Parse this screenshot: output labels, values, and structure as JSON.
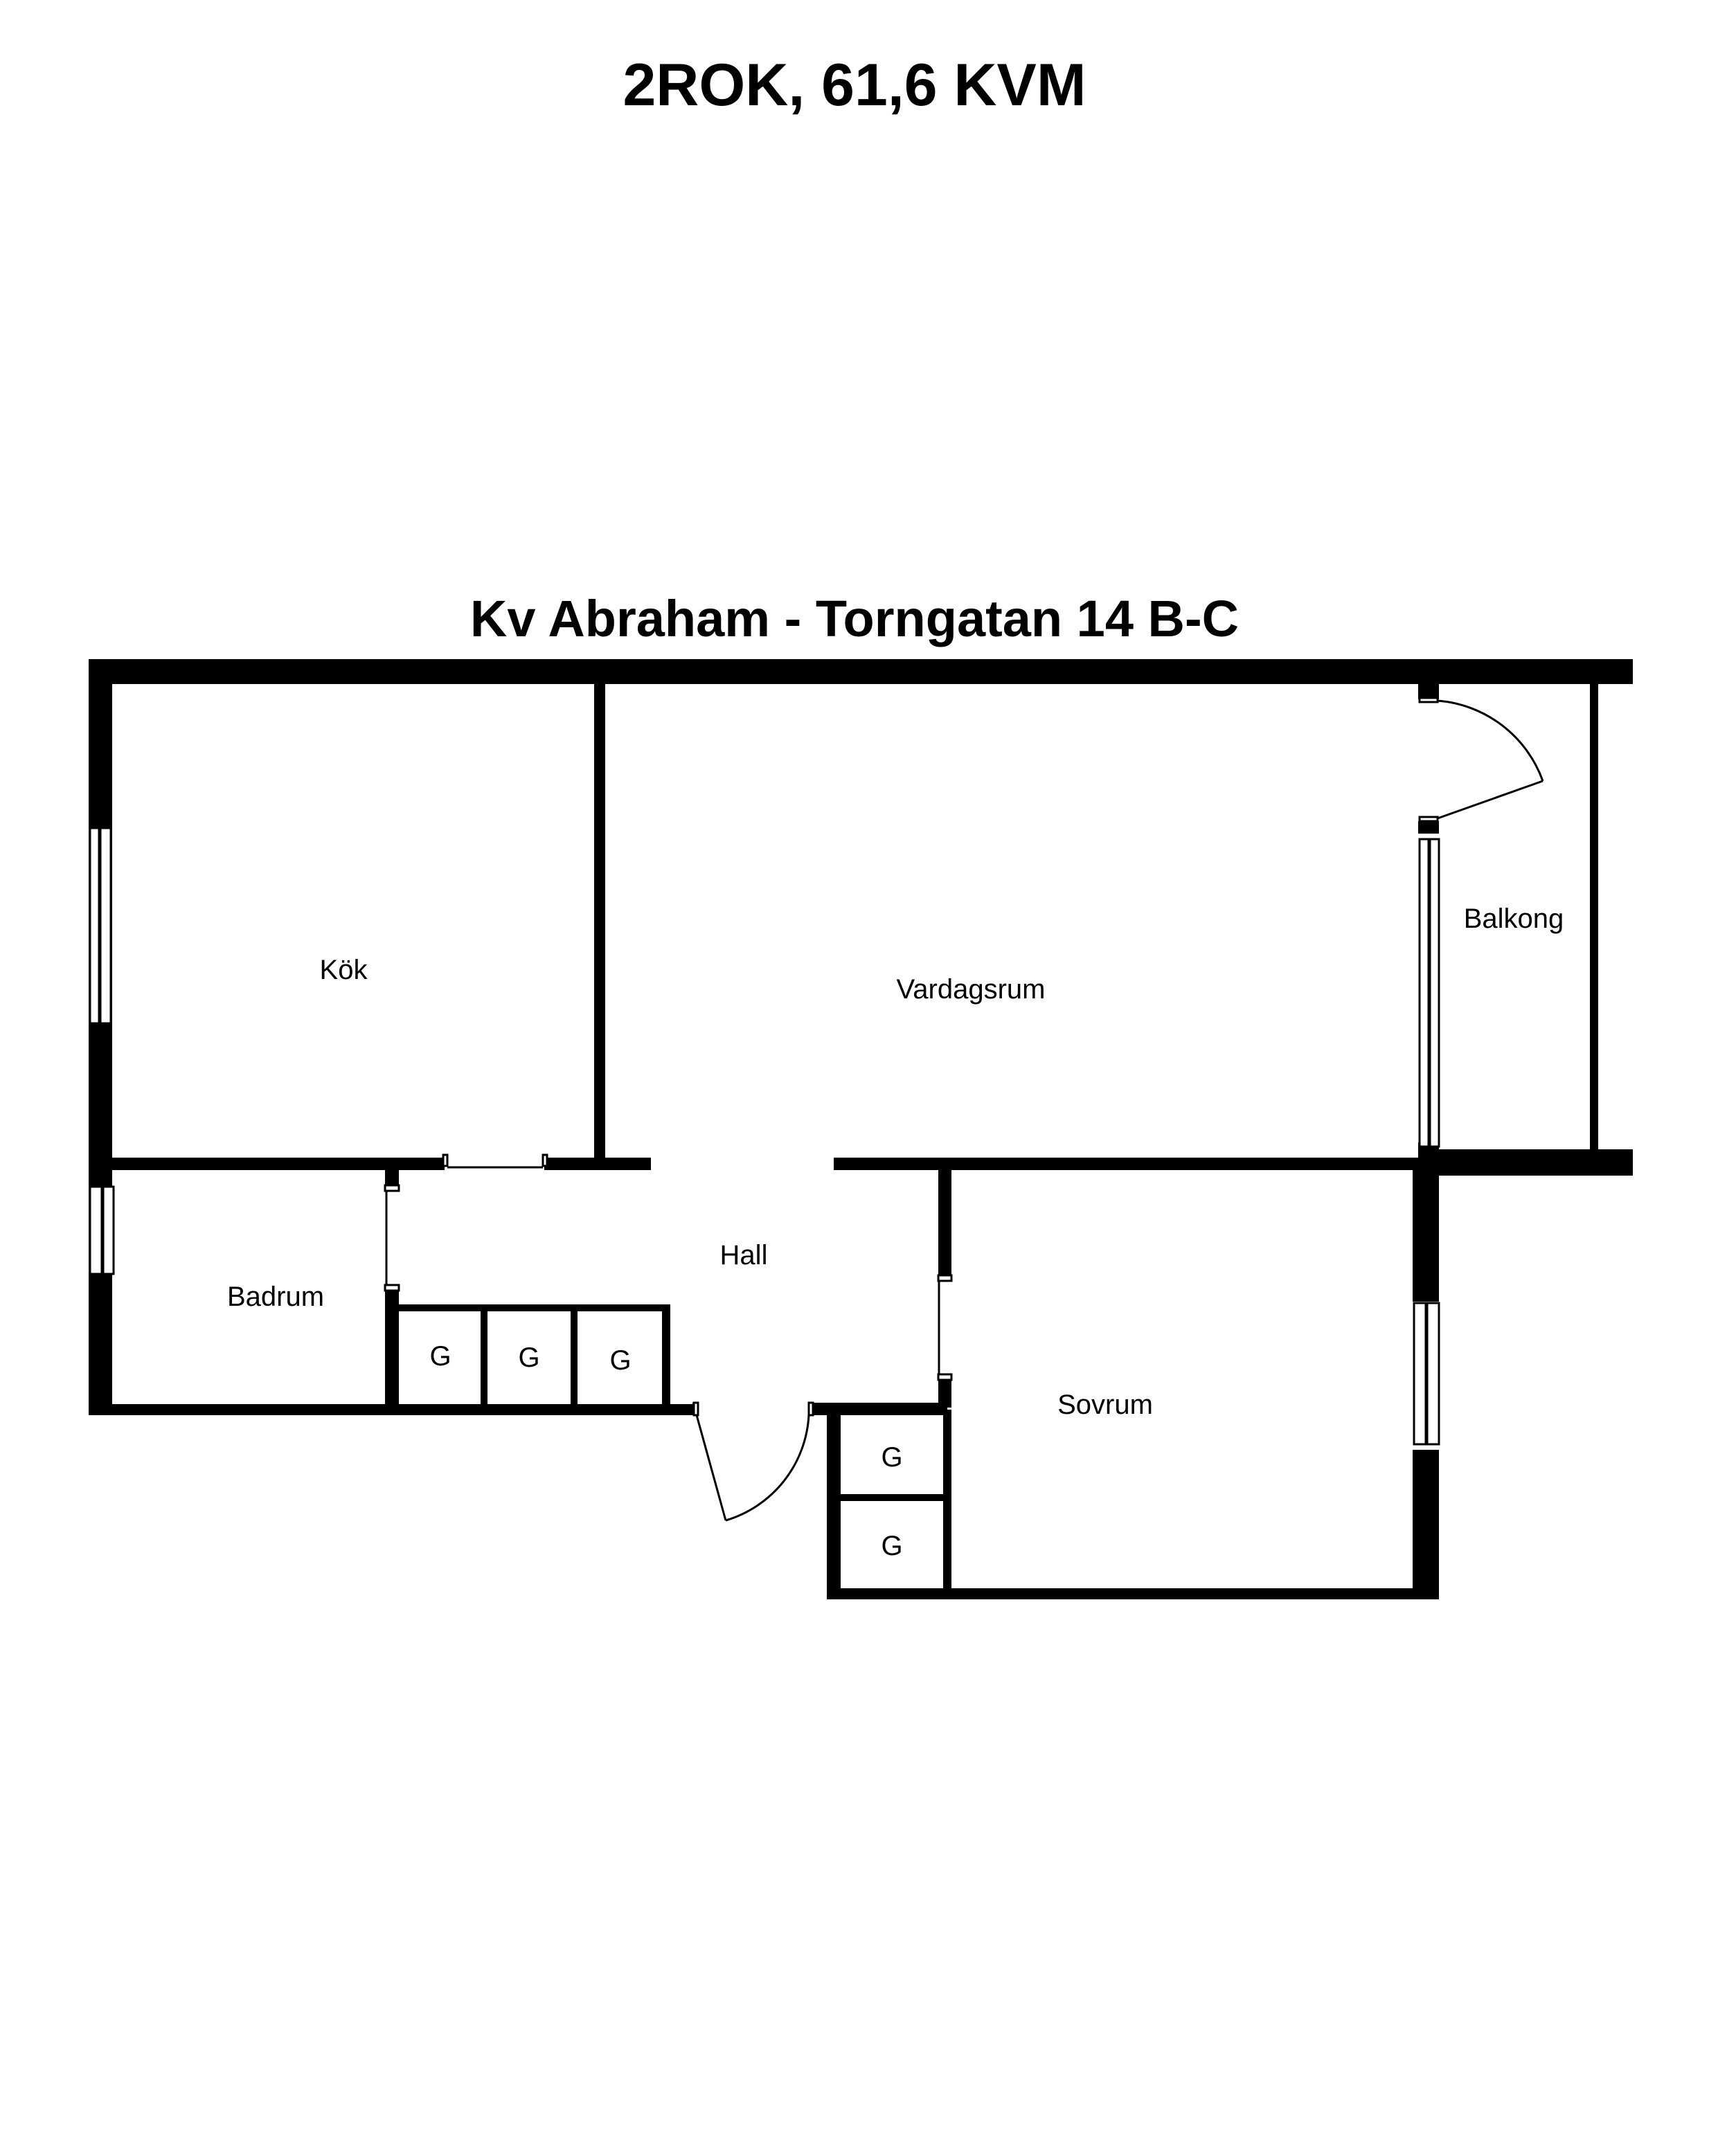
{
  "header": {
    "title": "2ROK, 61,6 KVM",
    "subtitle": "Kv Abraham - Torngatan 14 B-C"
  },
  "rooms": {
    "kitchen": "Kök",
    "living_room": "Vardagsrum",
    "balcony": "Balkong",
    "hall": "Hall",
    "bathroom": "Badrum",
    "bedroom": "Sovrum"
  },
  "closets": {
    "hall_1": "G",
    "hall_2": "G",
    "hall_3": "G",
    "entry_1": "G",
    "entry_2": "G"
  },
  "colors": {
    "wall": "#000000",
    "background": "#ffffff"
  }
}
